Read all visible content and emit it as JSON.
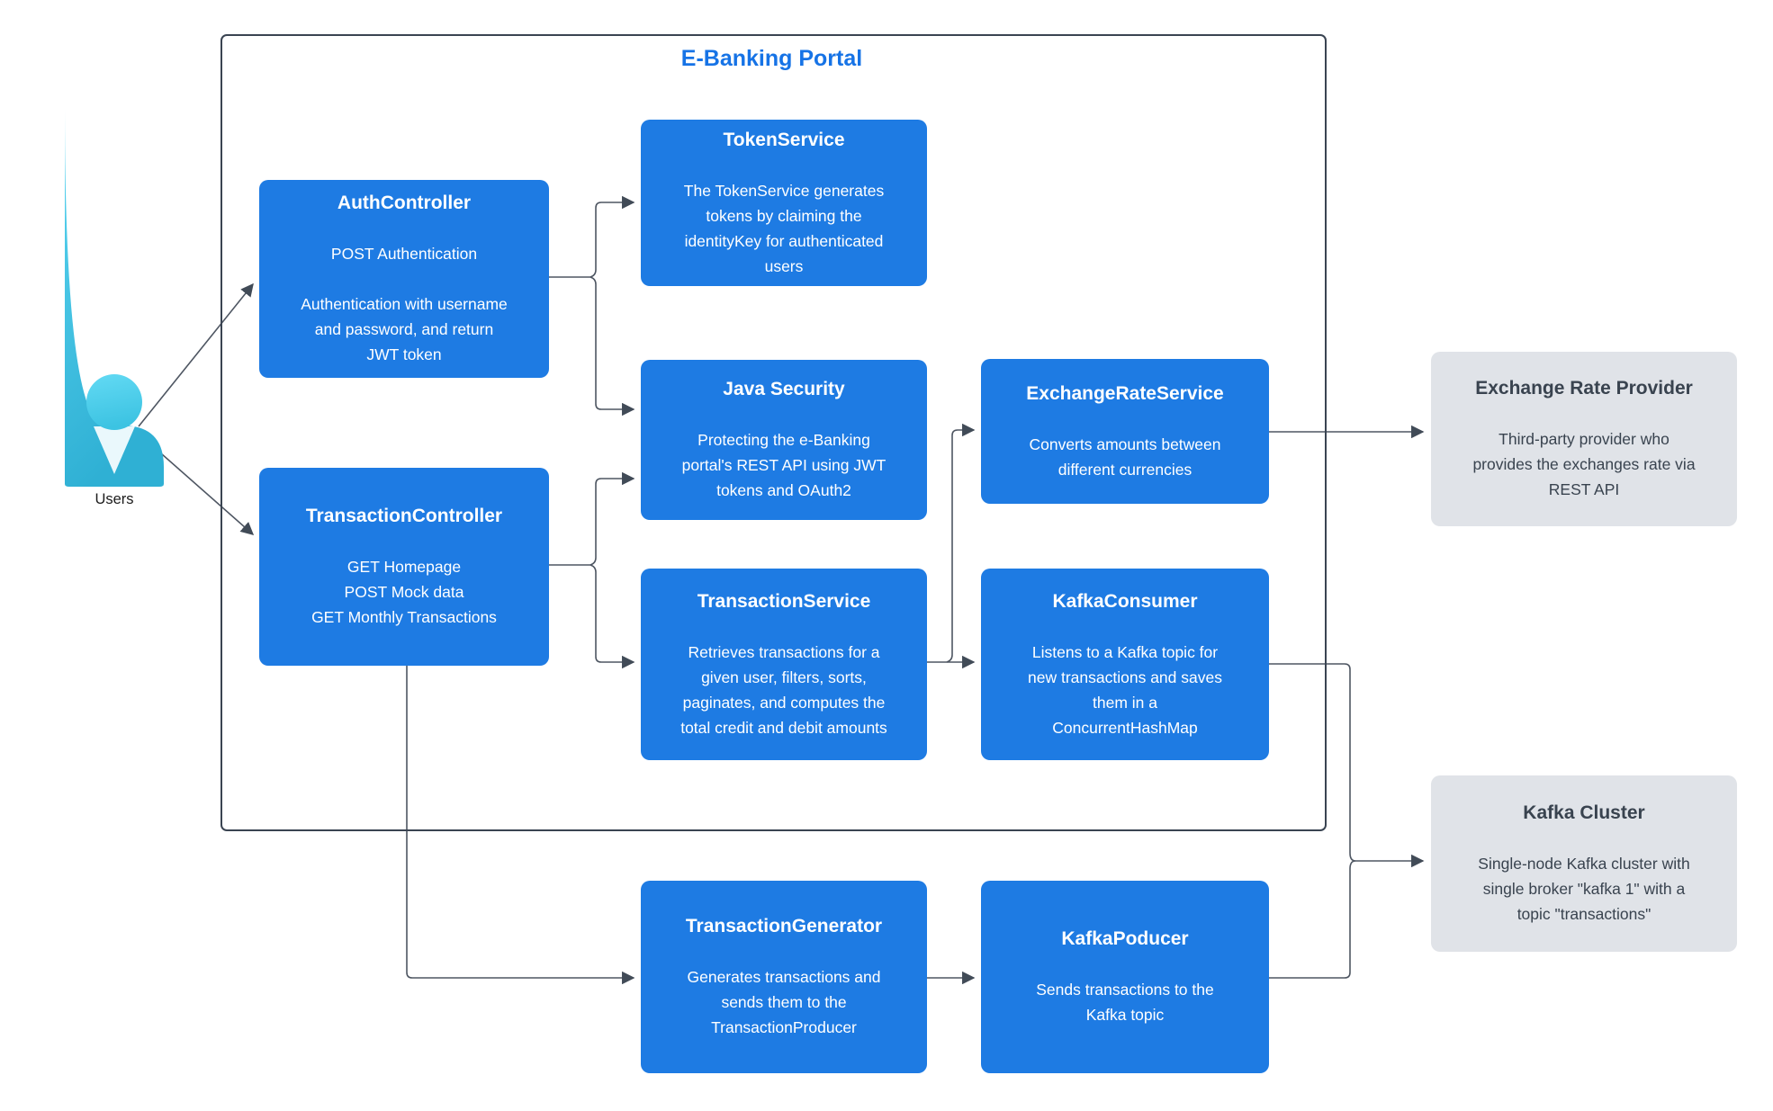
{
  "portal": {
    "title": "E-Banking Portal"
  },
  "actor": {
    "label": "Users"
  },
  "nodes": {
    "auth_controller": {
      "title": "AuthController",
      "body": "POST Authentication\n\nAuthentication with username\nand password, and return\nJWT token"
    },
    "token_service": {
      "title": "TokenService",
      "body": "The TokenService generates\ntokens by claiming the\nidentityKey for authenticated\nusers"
    },
    "java_security": {
      "title": "Java Security",
      "body": "Protecting the e-Banking\nportal's REST API using JWT\ntokens and OAuth2"
    },
    "transaction_controller": {
      "title": "TransactionController",
      "body": "GET Homepage\nPOST Mock data\nGET Monthly Transactions"
    },
    "transaction_service": {
      "title": "TransactionService",
      "body": "Retrieves transactions for a\ngiven user, filters, sorts,\npaginates, and computes the\ntotal credit and debit amounts"
    },
    "exchange_rate_service": {
      "title": "ExchangeRateService",
      "body": "Converts amounts between\ndifferent currencies"
    },
    "kafka_consumer": {
      "title": "KafkaConsumer",
      "body": "Listens to a Kafka topic for\nnew transactions and saves\nthem in a\nConcurrentHashMap"
    },
    "transaction_generator": {
      "title": "TransactionGenerator",
      "body": "Generates transactions and\nsends them to the\nTransactionProducer"
    },
    "kafka_producer": {
      "title": "KafkaPoducer",
      "body": "Sends transactions to the\nKafka topic"
    },
    "exchange_rate_provider": {
      "title": "Exchange Rate Provider",
      "body": "Third-party provider who\nprovides the exchanges rate via\nREST API"
    },
    "kafka_cluster": {
      "title": "Kafka Cluster",
      "body": "Single-node Kafka cluster with\nsingle broker \"kafka 1\" with a\ntopic \"transactions\""
    }
  },
  "colors": {
    "service_fill": "#1e7be3",
    "external_fill": "#e0e3e8",
    "external_text": "#39434f",
    "portal_title": "#1673e6",
    "portal_border": "#3a4452",
    "connector": "#4e5662",
    "actor_fill_top": "#5cd6f2",
    "actor_fill_bottom": "#2fb0d4"
  }
}
